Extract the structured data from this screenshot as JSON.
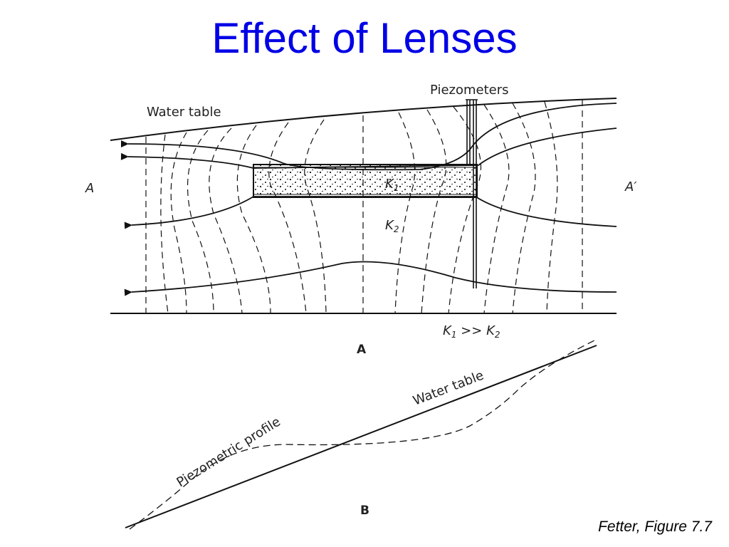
{
  "title": "Effect of Lenses",
  "citation": "Fetter, Figure 7.7",
  "panel_a": {
    "water_table_label": "Water table",
    "piezometers_label": "Piezometers",
    "left_section_label": "A",
    "right_section_label": "A′",
    "lens_k": "K",
    "lens_k_sub": "1",
    "matrix_k": "K",
    "matrix_k_sub": "2",
    "relation_k1": "K",
    "relation_k1_sub": "1",
    "relation_op": " >> ",
    "relation_k2": "K",
    "relation_k2_sub": "2",
    "panel_label": "A"
  },
  "panel_b": {
    "water_table_label": "Water table",
    "piezometric_label": "Piezometric profile",
    "panel_label": "B"
  }
}
